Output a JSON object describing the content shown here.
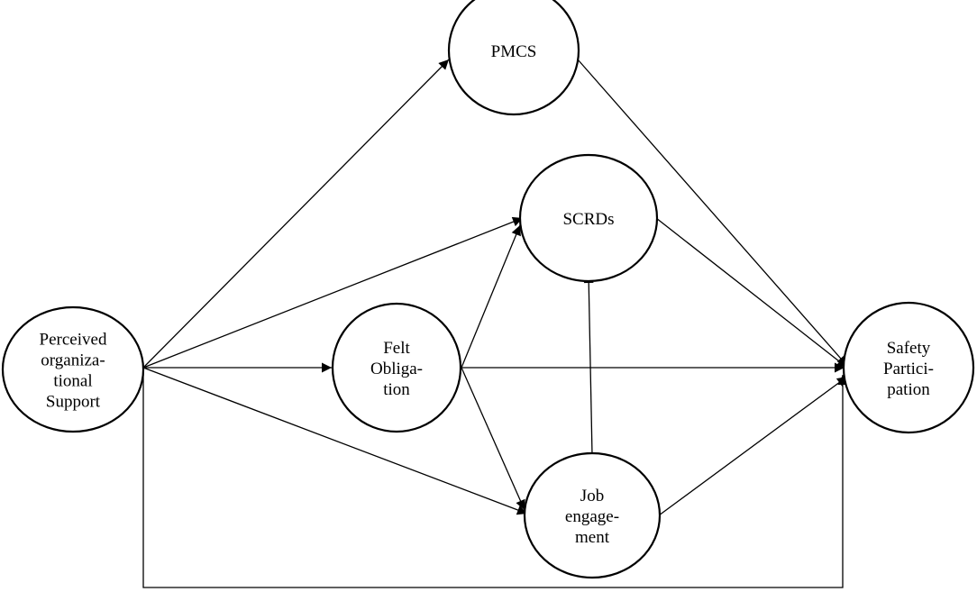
{
  "nodes": [
    {
      "id": "pos",
      "name": "node-perceived-organizational-support",
      "lines": [
        "Perceived",
        "organiza-",
        "tional",
        "Support"
      ]
    },
    {
      "id": "pmcs",
      "name": "node-pmcs",
      "lines": [
        "PMCS"
      ]
    },
    {
      "id": "scrds",
      "name": "node-scrds",
      "lines": [
        "SCRDs"
      ]
    },
    {
      "id": "felt",
      "name": "node-felt-obligation",
      "lines": [
        "Felt",
        "Obliga-",
        "tion"
      ]
    },
    {
      "id": "job",
      "name": "node-job-engagement",
      "lines": [
        "Job",
        "engage-",
        "ment"
      ]
    },
    {
      "id": "safety",
      "name": "node-safety-participation",
      "lines": [
        "Safety",
        "Partici-",
        "pation"
      ]
    }
  ],
  "edges": [
    {
      "from": "pos",
      "to": "pmcs"
    },
    {
      "from": "pos",
      "to": "scrds"
    },
    {
      "from": "pos",
      "to": "felt"
    },
    {
      "from": "pos",
      "to": "job"
    },
    {
      "from": "pos",
      "to": "safety"
    },
    {
      "from": "felt",
      "to": "scrds"
    },
    {
      "from": "felt",
      "to": "job"
    },
    {
      "from": "felt",
      "to": "safety"
    },
    {
      "from": "job",
      "to": "scrds"
    },
    {
      "from": "job",
      "to": "safety"
    },
    {
      "from": "pmcs",
      "to": "safety"
    },
    {
      "from": "scrds",
      "to": "safety"
    }
  ]
}
